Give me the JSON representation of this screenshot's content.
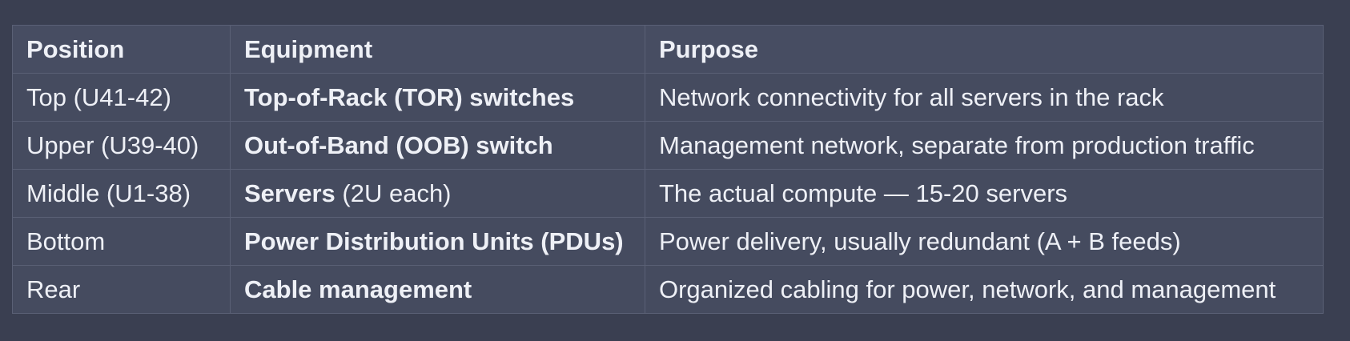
{
  "table": {
    "headers": [
      "Position",
      "Equipment",
      "Purpose"
    ],
    "rows": [
      {
        "position": "Top (U41-42)",
        "equipment_bold": "Top-of-Rack (TOR) switches",
        "equipment_rest": "",
        "purpose": "Network connectivity for all servers in the rack"
      },
      {
        "position": "Upper (U39-40)",
        "equipment_bold": "Out-of-Band (OOB) switch",
        "equipment_rest": "",
        "purpose": "Management network, separate from production traffic"
      },
      {
        "position": "Middle (U1-38)",
        "equipment_bold": "Servers",
        "equipment_rest": " (2U each)",
        "purpose": "The actual compute — 15-20 servers"
      },
      {
        "position": "Bottom",
        "equipment_bold": "Power Distribution Units (PDUs)",
        "equipment_rest": "",
        "purpose": "Power delivery, usually redundant (A + B feeds)"
      },
      {
        "position": "Rear",
        "equipment_bold": "Cable management",
        "equipment_rest": "",
        "purpose": "Organized cabling for power, network, and management"
      }
    ]
  },
  "colors": {
    "page_background": "#3a3f51",
    "table_background": "#454b5f",
    "border": "#5a6075",
    "text": "#eef0f6"
  }
}
